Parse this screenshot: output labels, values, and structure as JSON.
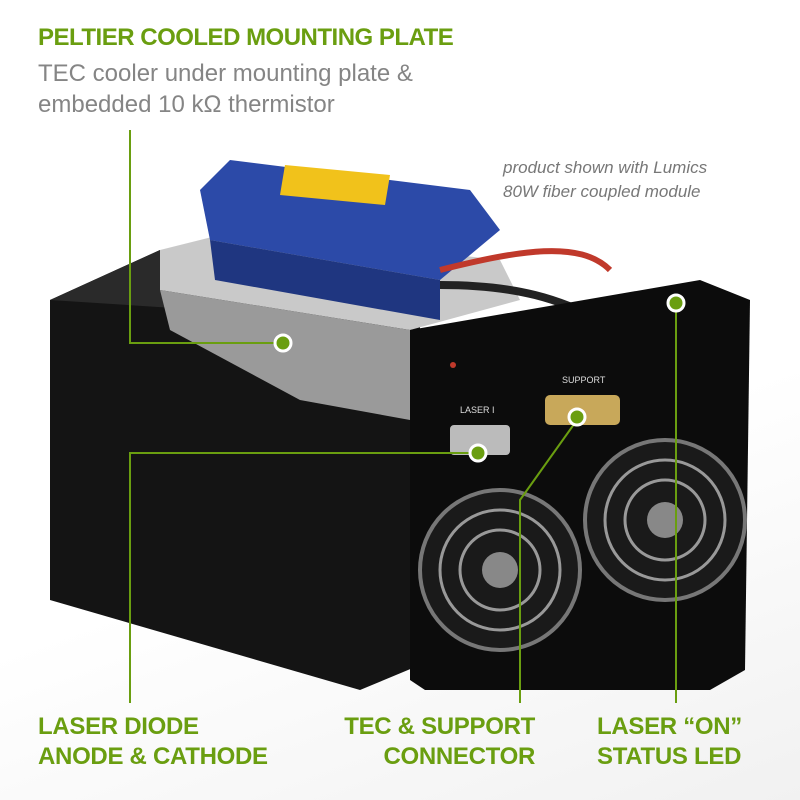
{
  "header": {
    "title": "PELTIER COOLED MOUNTING PLATE",
    "subtitle_line1": "TEC cooler under mounting plate &",
    "subtitle_line2": "embedded 10 kΩ thermistor"
  },
  "note": {
    "line1": "product shown with Lumics",
    "line2": "80W fiber coupled module"
  },
  "device_labels": {
    "laser_port": "LASER I",
    "support_port": "SUPPORT"
  },
  "callouts": [
    {
      "line1": "LASER DIODE",
      "line2": "ANODE & CATHODE"
    },
    {
      "line1": "TEC & SUPPORT",
      "line2": "CONNECTOR"
    },
    {
      "line1": "LASER “ON”",
      "line2": "STATUS LED"
    }
  ],
  "colors": {
    "accent": "#6a9e10",
    "text_gray": "#858585"
  }
}
